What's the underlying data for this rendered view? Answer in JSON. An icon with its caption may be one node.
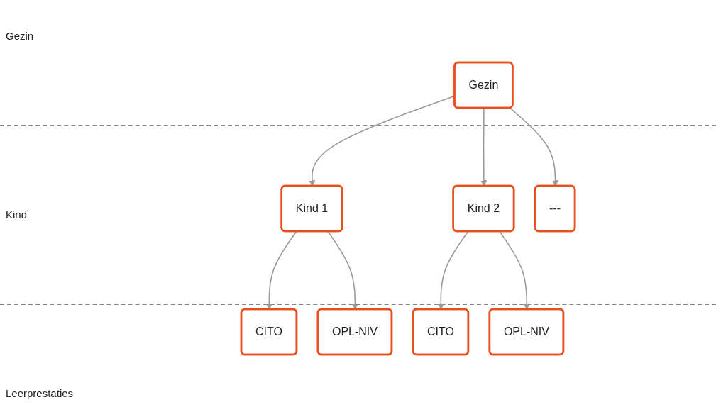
{
  "diagram": {
    "nodes": [
      {
        "text": [
          "Gezin"
        ]
      },
      {
        "text": [
          "Kind 1"
        ]
      },
      {
        "text": [
          "Kind 2"
        ]
      },
      {
        "text": [
          "---"
        ]
      },
      {
        "text": [
          "CITO"
        ]
      },
      {
        "text": [
          "OPL-NIV"
        ]
      },
      {
        "text": [
          "CITO"
        ]
      },
      {
        "text": [
          "OPL-NIV"
        ]
      }
    ],
    "edges": [
      {
        "from": 0,
        "to": 1,
        "arrow": "to"
      },
      {
        "from": 0,
        "to": 2,
        "arrow": "to"
      },
      {
        "from": 0,
        "to": 3,
        "arrow": "to"
      },
      {
        "from": 1,
        "to": 4,
        "arrow": "to"
      },
      {
        "from": 1,
        "to": 5,
        "arrow": "to"
      },
      {
        "from": 2,
        "to": 6,
        "arrow": "to"
      },
      {
        "from": 2,
        "to": 7,
        "arrow": "to"
      }
    ],
    "labels": [
      "Gezin",
      "Kind",
      "Leerprestaties"
    ]
  }
}
